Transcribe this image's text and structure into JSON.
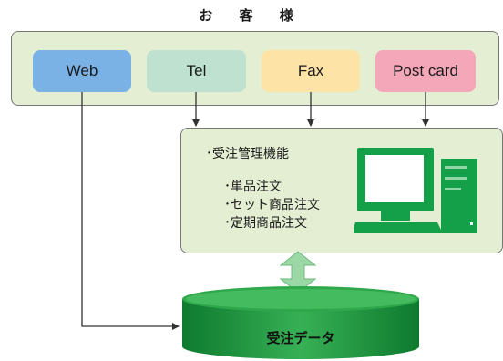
{
  "customer_label": "お 客 様",
  "channels": {
    "web": "Web",
    "tel": "Tel",
    "fax": "Fax",
    "post": "Post card"
  },
  "system": {
    "title": "･受注管理機能",
    "items": [
      "･単品注文",
      "･セット商品注文",
      "･定期商品注文"
    ]
  },
  "database_label": "受注データ",
  "colors": {
    "panel": "#e4eed3",
    "web": "#7bb2e6",
    "tel": "#bfe2d0",
    "fax": "#fde3a6",
    "post": "#f4a7b8",
    "computer": "#14a048",
    "database": "#1e9c40",
    "double_arrow": "#9cd8a6"
  },
  "icons": [
    "computer-icon",
    "database-icon",
    "double-arrow-icon"
  ]
}
